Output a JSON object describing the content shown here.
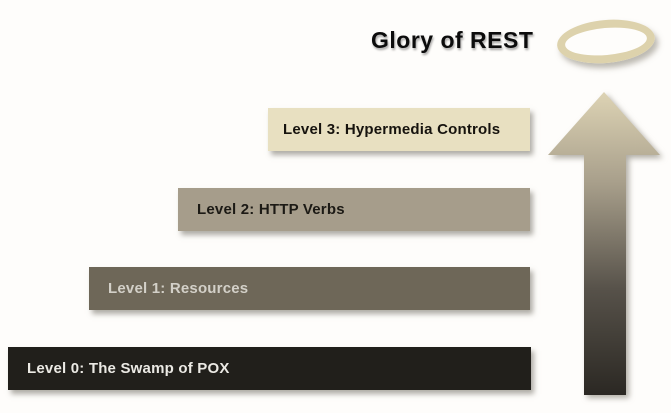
{
  "title": "Glory of REST",
  "levels": [
    {
      "id": 3,
      "label": "Level 3: Hypermedia Controls",
      "bg": "#e8e0c1",
      "text_color": "#16130e"
    },
    {
      "id": 2,
      "label": "Level 2: HTTP Verbs",
      "bg": "#a69d8b",
      "text_color": "#1c1a15"
    },
    {
      "id": 1,
      "label": "Level 1: Resources",
      "bg": "#6e6758",
      "text_color": "#d3d0c8"
    },
    {
      "id": 0,
      "label": "Level 0: The Swamp of POX",
      "bg": "#211f1b",
      "text_color": "#ebe9e4"
    }
  ],
  "icons": {
    "halo": "halo-ring-icon",
    "arrow": "up-arrow-icon"
  },
  "colors": {
    "background": "#fefdfb",
    "halo_ring": "#ddd2ac",
    "arrow_gradient_top": "#ddd3b4",
    "arrow_gradient_mid": "#a89f8b",
    "arrow_gradient_low": "#57524a",
    "arrow_gradient_bottom": "#2b2823",
    "title_color": "#0c0c0c"
  }
}
